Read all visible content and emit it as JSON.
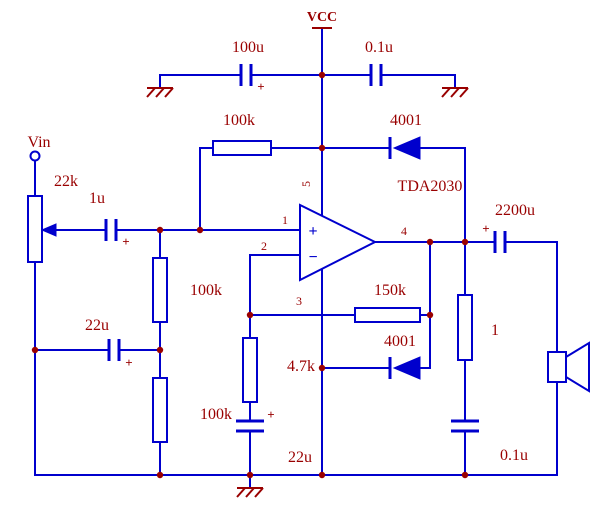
{
  "schematic": {
    "power": {
      "vcc": "VCC"
    },
    "input": {
      "label": "Vin"
    },
    "ic": {
      "name": "TDA2030",
      "pins": {
        "p1": "1",
        "p2": "2",
        "p3": "3",
        "p4": "4",
        "p5": "5"
      },
      "noninverting": "+",
      "inverting": "−"
    },
    "components": {
      "pot": "22k",
      "c_in": "1u",
      "r_bias_top": "100k",
      "r_bias_mid": "100k",
      "r_bias_low": "100k",
      "c_bypass": "22u",
      "c_supply_bulk": "100u",
      "c_supply_film": "0.1u",
      "d_top": "4001",
      "d_bottom": "4001",
      "r_feedback": "150k",
      "r_gain": "4.7k",
      "c_gain": "22u",
      "c_out": "2200u",
      "r_zobel": "1",
      "c_zobel": "0.1u"
    },
    "polarity_mark": "+",
    "colors": {
      "wire": "#0000cd",
      "label": "#990000",
      "junction": "#990000",
      "background": "#ffffff"
    }
  }
}
